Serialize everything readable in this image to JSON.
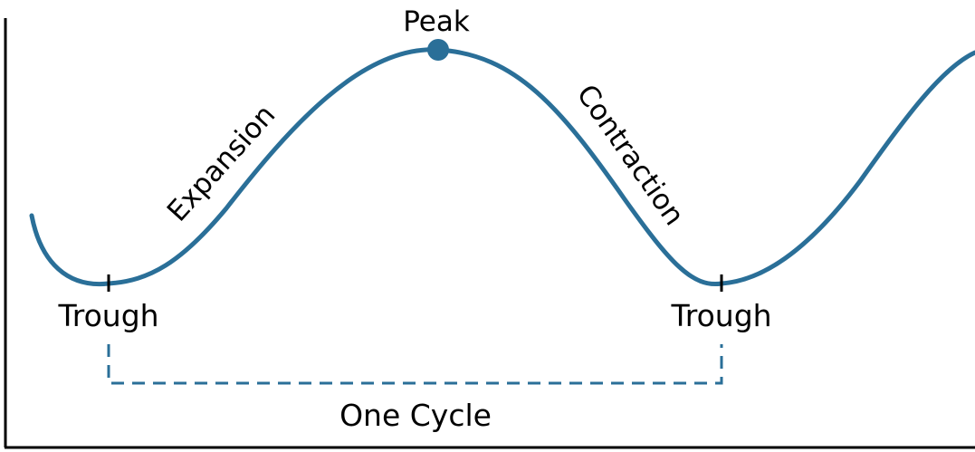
{
  "labels": {
    "peak": "Peak",
    "expansion": "Expansion",
    "contraction": "Contraction",
    "trough_left": "Trough",
    "trough_right": "Trough",
    "cycle": "One Cycle"
  },
  "colors": {
    "curve": "#2a6f98",
    "axis": "#000000",
    "text": "#000000"
  }
}
